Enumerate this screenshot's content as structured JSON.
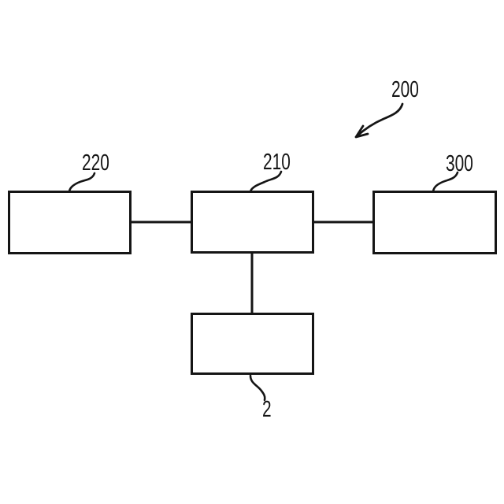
{
  "figure": {
    "type": "block-diagram",
    "background_color": "#ffffff",
    "line_color": "#151515",
    "reference_number": "200",
    "labels": {
      "box220": "220",
      "box210": "210",
      "box300": "300",
      "box2": "2"
    },
    "structure": {
      "boxes": [
        "220",
        "210",
        "300",
        "2"
      ],
      "connections": [
        {
          "from": "220",
          "to": "210",
          "type": "horizontal-line"
        },
        {
          "from": "210",
          "to": "300",
          "type": "horizontal-line"
        },
        {
          "from": "210",
          "to": "2",
          "type": "vertical-line"
        }
      ],
      "arrow": {
        "points_to": "whole-diagram",
        "label": "200"
      }
    }
  }
}
